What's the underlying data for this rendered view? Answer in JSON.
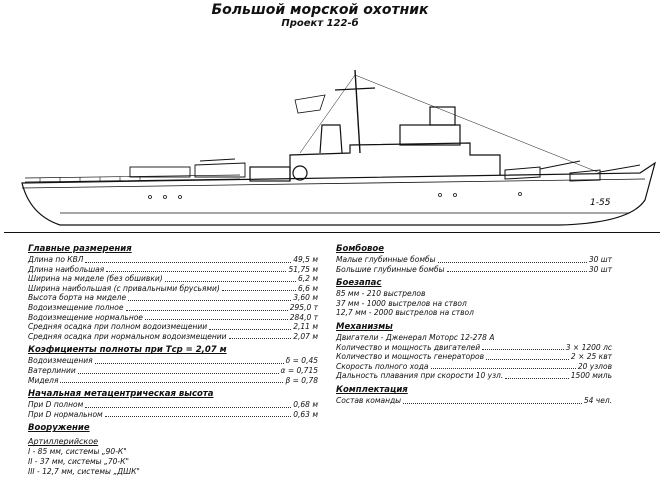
{
  "title": "Большой морской охотник",
  "subtitle": "Проект 122-б",
  "ship_number": "1-55",
  "main_dimensions": {
    "heading": "Главные размерения",
    "rows": [
      {
        "label": "Длина по КВЛ",
        "value": "49,5 м"
      },
      {
        "label": "Длина наибольшая",
        "value": "51,75 м"
      },
      {
        "label": "Ширина на миделе (без обшивки)",
        "value": "6,2 м"
      },
      {
        "label": "Ширина наибольшая (с привальными брусьями)",
        "value": "6,6 м"
      },
      {
        "label": "Высота борта на миделе",
        "value": "3,60 м"
      },
      {
        "label": "Водоизмещение полное",
        "value": "295,0 т"
      },
      {
        "label": "Водоизмещение нормальное",
        "value": "284,0 т"
      },
      {
        "label": "Средняя осадка при полном водоизмещении",
        "value": "2,11 м"
      },
      {
        "label": "Средняя осадка при нормальном водоизмещении",
        "value": "2,07 м"
      }
    ]
  },
  "coefficients": {
    "heading": "Коэфициенты полноты при Тср = 2,07 м",
    "rows": [
      {
        "label": "Водоизмещения",
        "value": "δ = 0,45"
      },
      {
        "label": "Ватерлинии",
        "value": "α = 0,715"
      },
      {
        "label": "Миделя",
        "value": "β = 0,78"
      }
    ]
  },
  "metacentric": {
    "heading": "Начальная метацентрическая высота",
    "rows": [
      {
        "label": "При D полном",
        "value": "0,68 м"
      },
      {
        "label": "При D нормальном",
        "value": "0,63 м"
      }
    ]
  },
  "armament": {
    "heading": "Вооружение",
    "artillery_heading": "Артиллерийское",
    "items": [
      "I - 85 мм, системы „90-К\"",
      "II - 37 мм, системы „70-К\"",
      "III - 12,7 мм, системы „ДШК\""
    ]
  },
  "bomb": {
    "heading": "Бомбовое",
    "rows": [
      {
        "label": "Малые глубинные бомбы",
        "value": "30 шт"
      },
      {
        "label": "Большие глубинные бомбы",
        "value": "30 шт"
      }
    ]
  },
  "ammo": {
    "heading": "Боезапас",
    "items": [
      "85 мм - 210 выстрелов",
      "37 мм - 1000 выстрелов на ствол",
      "12,7 мм - 2000 выстрелов на ствол"
    ]
  },
  "machinery": {
    "heading": "Механизмы",
    "engines": "Двигатели - Дженерал Моторс 12-278 А",
    "rows": [
      {
        "label": "Количество и мощность двигателей",
        "value": "3 × 1200 лс"
      },
      {
        "label": "Количество и мощность генераторов",
        "value": "2 × 25 квт"
      },
      {
        "label": "Скорость полного хода",
        "value": "20 узлов"
      },
      {
        "label": "Дальность плавания при скорости 10 узл.",
        "value": "1500 миль"
      }
    ]
  },
  "crew": {
    "heading": "Комплектация",
    "rows": [
      {
        "label": "Состав команды",
        "value": "54 чел."
      }
    ]
  }
}
